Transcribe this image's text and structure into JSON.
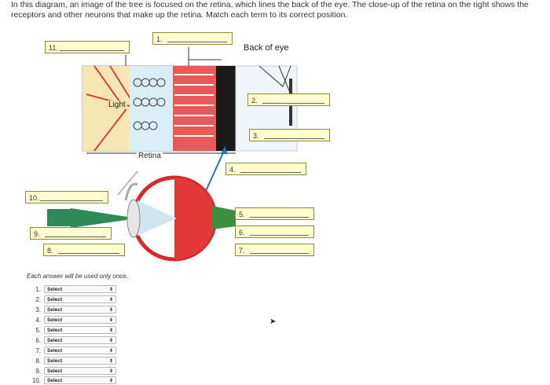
{
  "intro_text": "In this diagram, an image of the tree is focused on the retina, which lines the back of the eye. The close-up of the retina on the right shows the receptors and other neurons that make up the retina. Match each term to its correct position.",
  "diagram": {
    "back_of_eye": "Back of eye",
    "light": "Light",
    "retina": "Retina"
  },
  "labels": [
    {
      "num": "1."
    },
    {
      "num": "2."
    },
    {
      "num": "3."
    },
    {
      "num": "4."
    },
    {
      "num": "5."
    },
    {
      "num": "6."
    },
    {
      "num": "7."
    },
    {
      "num": "8."
    },
    {
      "num": "9."
    },
    {
      "num": "10."
    },
    {
      "num": "11."
    }
  ],
  "note": "Each answer will be used only once.",
  "questions": [
    {
      "num": "1.",
      "select": "Select"
    },
    {
      "num": "2.",
      "select": "Select"
    },
    {
      "num": "3.",
      "select": "Select"
    },
    {
      "num": "4.",
      "select": "Select"
    },
    {
      "num": "5.",
      "select": "Select"
    },
    {
      "num": "6.",
      "select": "Select"
    },
    {
      "num": "7.",
      "select": "Select"
    },
    {
      "num": "8.",
      "select": "Select"
    },
    {
      "num": "9.",
      "select": "Select"
    },
    {
      "num": "10.",
      "select": "Select"
    }
  ],
  "select_arrow_icon": "updown-arrow-icon",
  "colors": {
    "label_bg": "#fdfdd0",
    "label_border": "#8c8c3a",
    "eye_red": "#d42a2a",
    "retina_green": "#2e8b57"
  }
}
